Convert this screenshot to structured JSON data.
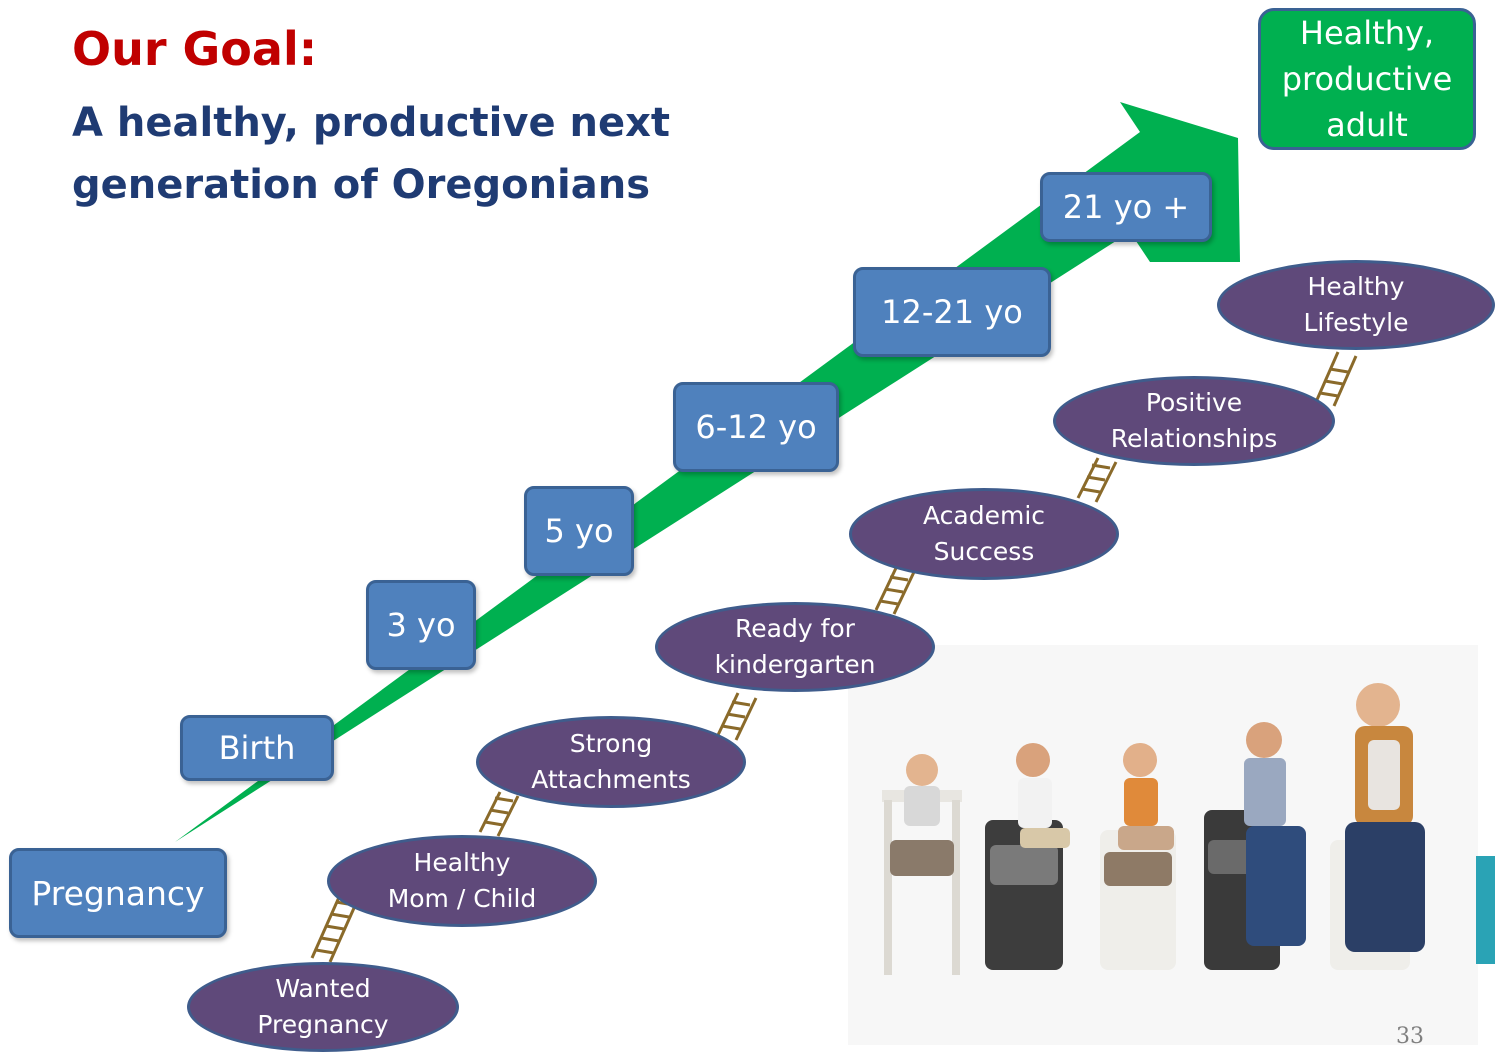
{
  "title": "Our Goal:",
  "subtitle": "A healthy, productive next generation of Oregonians",
  "final_goal": "Healthy, productive adult",
  "stages": [
    "Pregnancy",
    "Birth",
    "3 yo",
    "5 yo",
    "6-12 yo",
    "12-21 yo",
    "21 yo +"
  ],
  "outcomes": [
    {
      "line1": "Wanted",
      "line2": "Pregnancy"
    },
    {
      "line1": "Healthy",
      "line2": "Mom / Child"
    },
    {
      "line1": "Strong",
      "line2": "Attachments"
    },
    {
      "line1": "Ready for",
      "line2": "kindergarten"
    },
    {
      "line1": "Academic",
      "line2": "Success"
    },
    {
      "line1": "Positive",
      "line2": "Relationships"
    },
    {
      "line1": "Healthy",
      "line2": "Lifestyle"
    }
  ],
  "page_number": "33",
  "colors": {
    "title_red": "#c00000",
    "subtitle_navy": "#1f3b73",
    "stage_blue": "#4f81bd",
    "outcome_purple": "#5f497a",
    "arrow_green": "#00b050",
    "teal_accent": "#2aa3b5"
  }
}
